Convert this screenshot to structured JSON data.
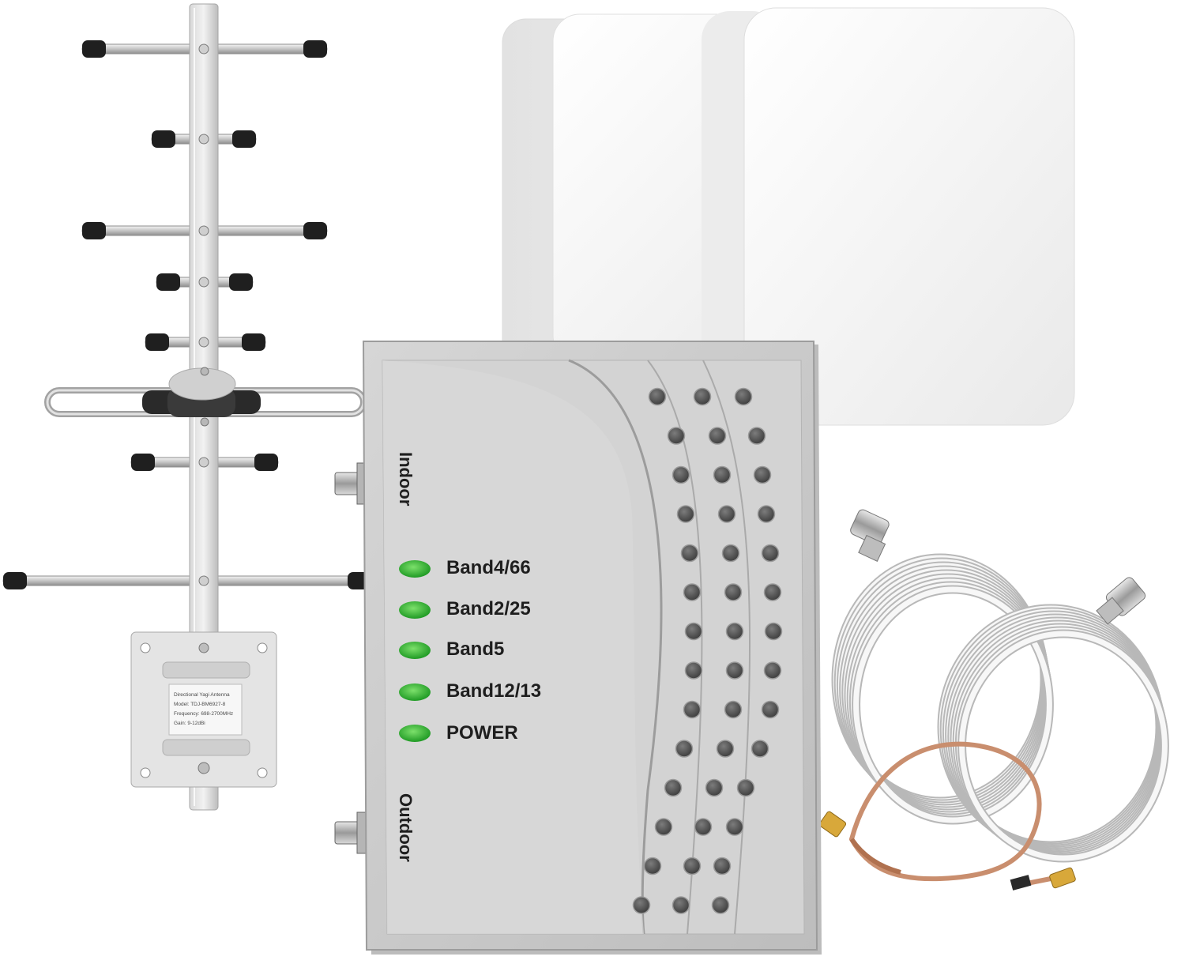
{
  "booster": {
    "indoor_port_label": "Indoor",
    "outdoor_port_label": "Outdoor",
    "indicators": [
      {
        "label": "Band4/66",
        "color": "#3fbf3a"
      },
      {
        "label": "Band2/25",
        "color": "#3fbf3a"
      },
      {
        "label": "Band5",
        "color": "#3fbf3a"
      },
      {
        "label": "Band12/13",
        "color": "#3fbf3a"
      },
      {
        "label": "POWER",
        "color": "#3fbf3a"
      }
    ]
  },
  "yagi_antenna": {
    "sticker_lines": [
      "Directional Yagi Antenna",
      "Model: TDJ-BM6927-8",
      "Frequency: 698-2700MHz",
      "Gain: 9-12dBi"
    ]
  },
  "colors": {
    "booster_body": "#c9c9c9",
    "led_green": "#3fbf3a",
    "panel_white": "#f3f3f3",
    "cable_white": "#f5f5f5",
    "pigtail_copper": "#c98e6e"
  }
}
